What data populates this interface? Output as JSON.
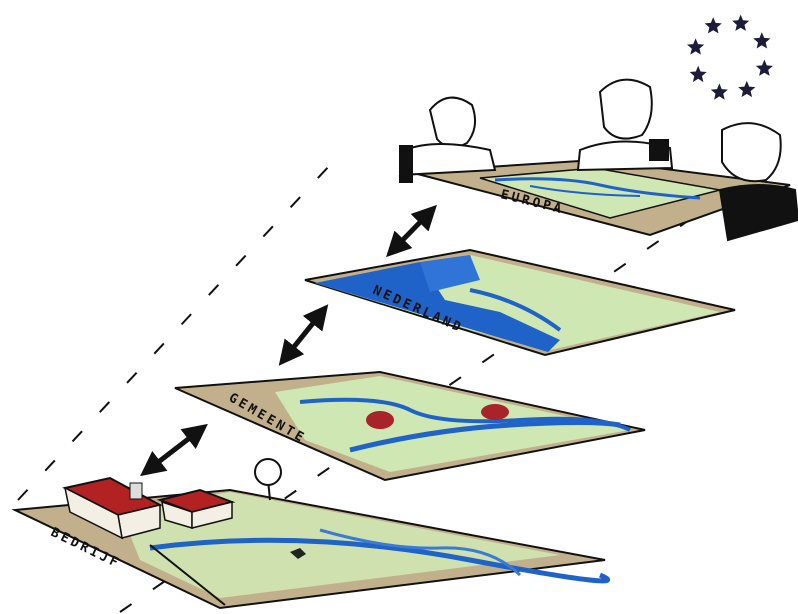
{
  "levels": [
    {
      "key": "bedrijf",
      "label": "BEDRIJF"
    },
    {
      "key": "gemeente",
      "label": "GEMEENTE"
    },
    {
      "key": "nederland",
      "label": "NEDERLAND"
    },
    {
      "key": "europa",
      "label": "EUROPA"
    }
  ],
  "colors": {
    "table": "#c2b08c",
    "land": "#c6e2a6",
    "water": "#1f62c8",
    "ink": "#111111",
    "roof": "#b22222",
    "star": "#1c1c3a"
  },
  "icons": [
    "eu-stars-icon",
    "person-icon",
    "double-arrow-icon",
    "farm-building-icon",
    "tree-icon"
  ]
}
